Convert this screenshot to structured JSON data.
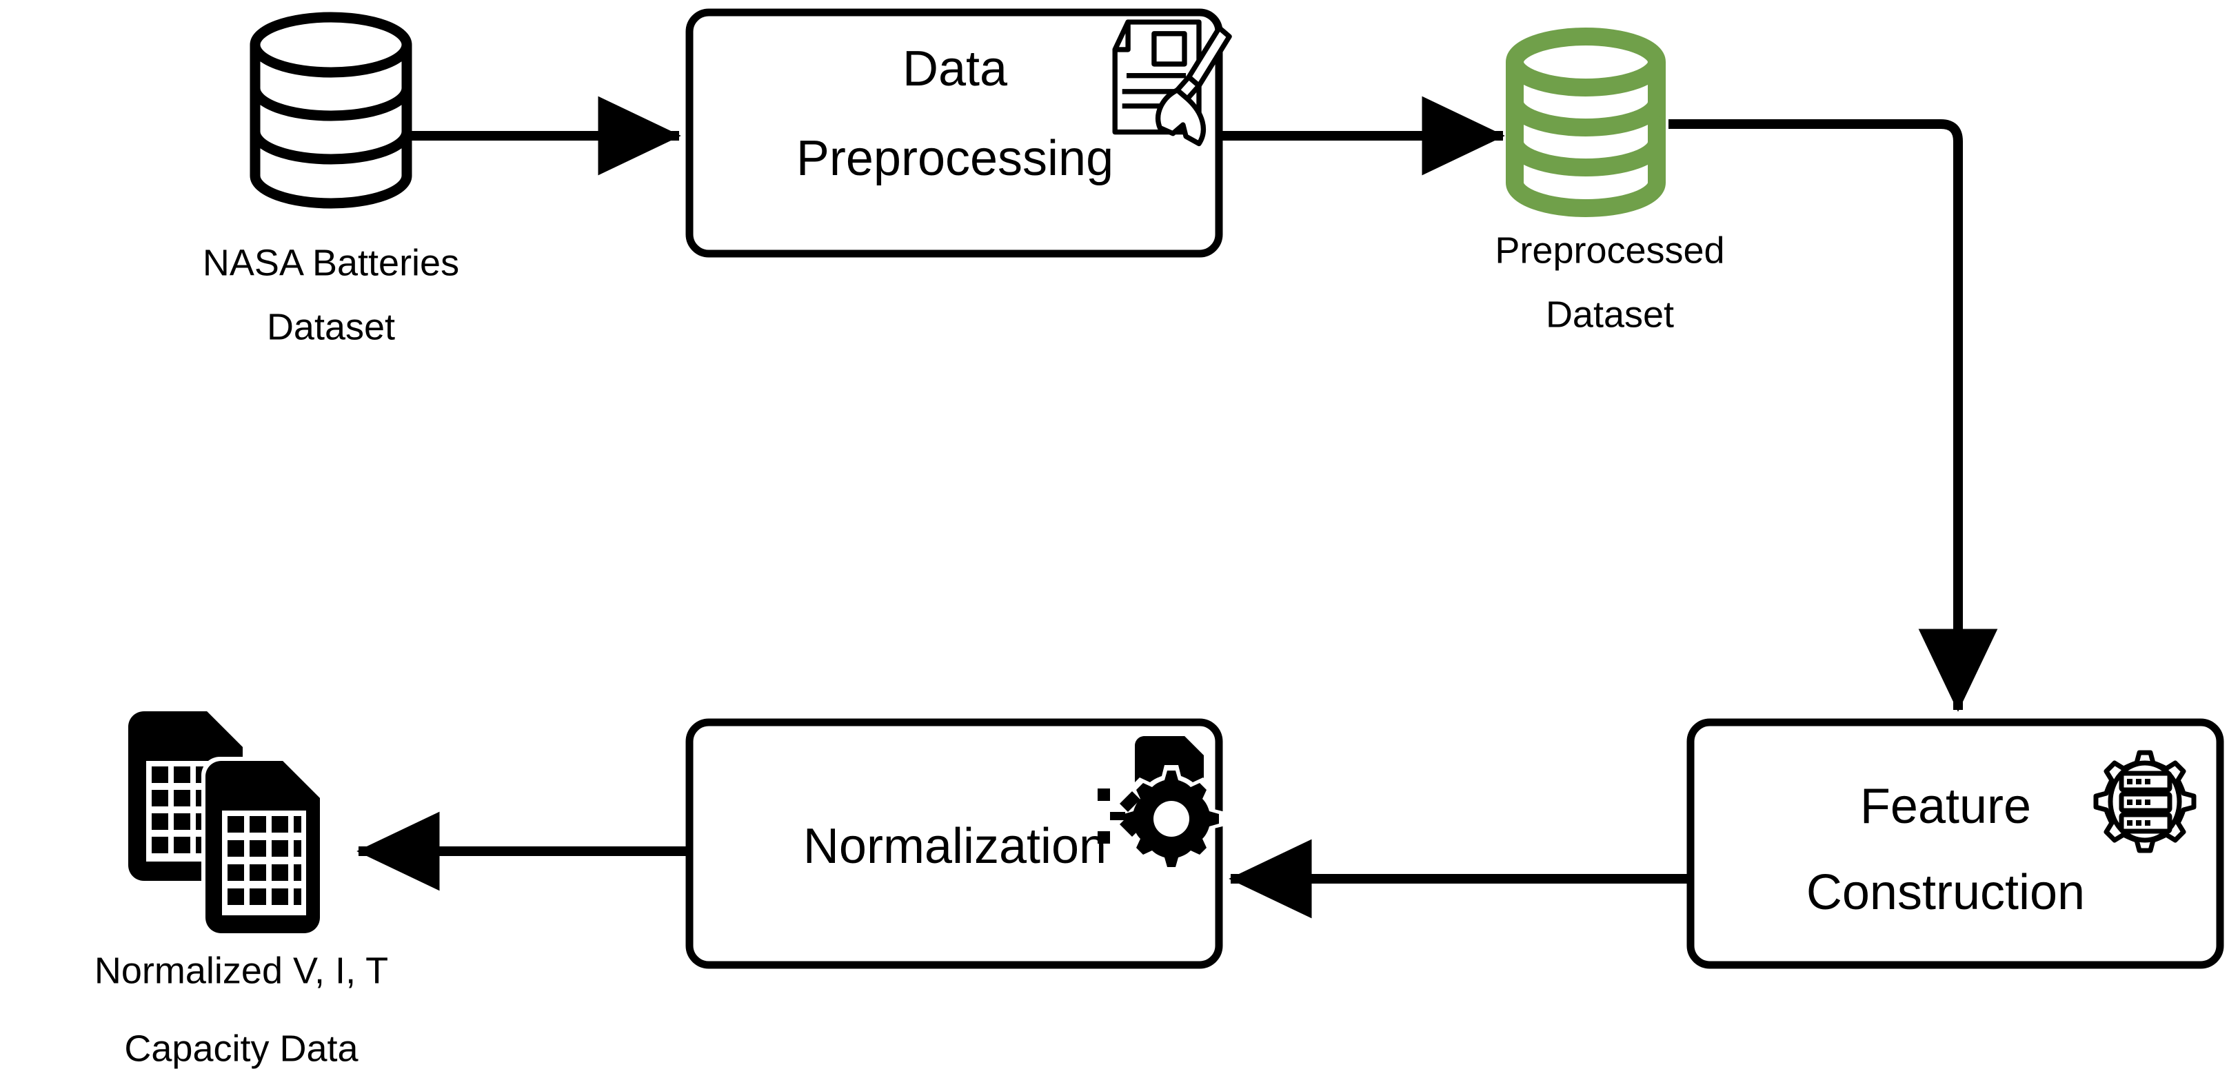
{
  "diagram": {
    "title": "Battery data preprocessing pipeline",
    "colors": {
      "stroke": "#000000",
      "background": "#ffffff",
      "green_cylinder": "#70A04A"
    },
    "nodes": [
      {
        "id": "nasa-dataset",
        "type": "datastore-cylinder",
        "icon": "database-cylinder-icon",
        "color": "#000000",
        "caption_line1": "NASA Batteries",
        "caption_line2": "Dataset"
      },
      {
        "id": "data-preprocessing",
        "type": "process-box",
        "icon": "document-broom-clean-icon",
        "label_line1": "Data",
        "label_line2": "Preprocessing"
      },
      {
        "id": "preprocessed-dataset",
        "type": "datastore-cylinder",
        "icon": "database-cylinder-icon",
        "color": "#70A04A",
        "caption_line1": "Preprocessed",
        "caption_line2": "Dataset"
      },
      {
        "id": "feature-construction",
        "type": "process-box",
        "icon": "gear-server-stack-icon",
        "label_line1": "Feature",
        "label_line2": "Construction"
      },
      {
        "id": "normalization",
        "type": "process-box",
        "icon": "document-gear-icon",
        "label_line1": "Normalization",
        "label_line2": ""
      },
      {
        "id": "normalized-output",
        "type": "output-files",
        "icon": "spreadsheet-documents-icon",
        "caption_line1": "Normalized V, I, T",
        "caption_line2": "Capacity Data"
      }
    ],
    "edges": [
      {
        "id": "edge-1",
        "from": "nasa-dataset",
        "to": "data-preprocessing",
        "direction": "right"
      },
      {
        "id": "edge-2",
        "from": "data-preprocessing",
        "to": "preprocessed-dataset",
        "direction": "right"
      },
      {
        "id": "edge-3",
        "from": "preprocessed-dataset",
        "to": "feature-construction",
        "direction": "right-then-down"
      },
      {
        "id": "edge-4",
        "from": "feature-construction",
        "to": "normalization",
        "direction": "left"
      },
      {
        "id": "edge-5",
        "from": "normalization",
        "to": "normalized-output",
        "direction": "left"
      }
    ]
  }
}
